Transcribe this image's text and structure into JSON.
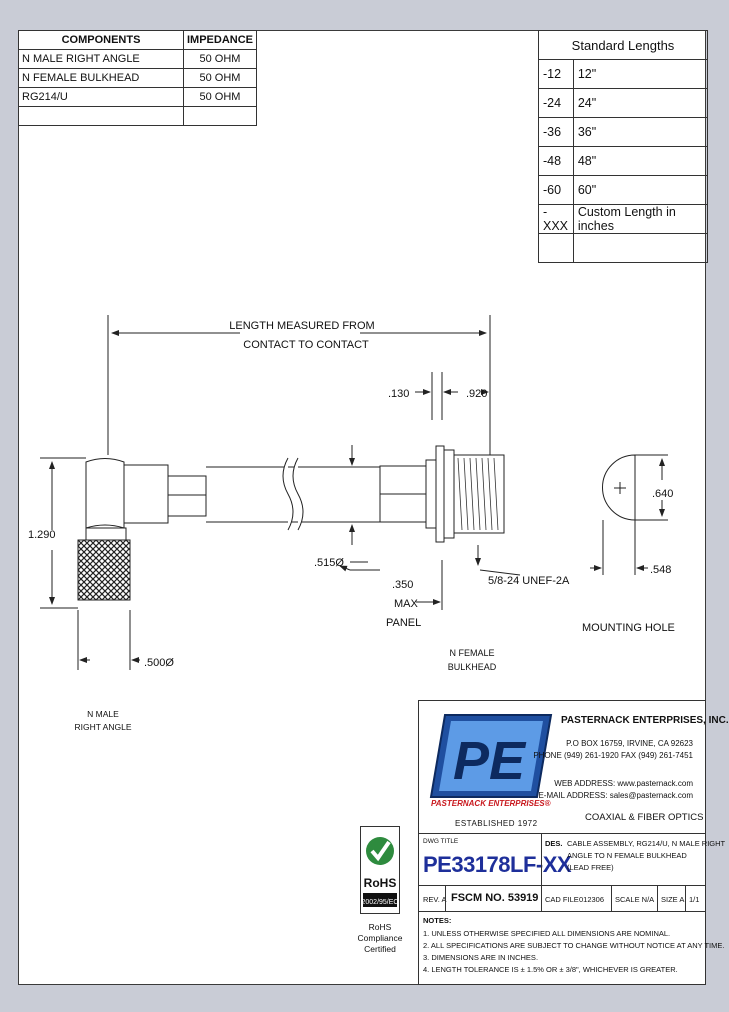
{
  "components": {
    "header_component": "COMPONENTS",
    "header_impedance": "IMPEDANCE",
    "rows": [
      {
        "name": "N MALE RIGHT ANGLE",
        "impedance": "50 OHM"
      },
      {
        "name": "N FEMALE BULKHEAD",
        "impedance": "50 OHM"
      },
      {
        "name": "RG214/U",
        "impedance": "50 OHM"
      }
    ]
  },
  "lengths": {
    "header": "Standard Lengths",
    "rows": [
      {
        "code": "-12",
        "value": "12\""
      },
      {
        "code": "-24",
        "value": "24\""
      },
      {
        "code": "-36",
        "value": "36\""
      },
      {
        "code": "-48",
        "value": "48\""
      },
      {
        "code": "-60",
        "value": "60\""
      },
      {
        "code": "-XXX",
        "value": "Custom Length in inches"
      }
    ]
  },
  "drawing": {
    "length_line1": "LENGTH  MEASURED FROM",
    "length_line2": "CONTACT TO CONTACT",
    "dim_130": ".130",
    "dim_920": ".920",
    "dim_1290": "1.290",
    "dim_515": ".515Ø",
    "dim_350": ".350",
    "dim_max": "MAX",
    "dim_panel": "PANEL",
    "thread": "5/8-24 UNEF-2A",
    "dim_500": ".500Ø",
    "dim_640": ".640",
    "dim_548": ".548",
    "mounting_hole": "MOUNTING HOLE",
    "bulkhead_l1": "N FEMALE",
    "bulkhead_l2": "BULKHEAD",
    "right_angle_l1": "N MALE",
    "right_angle_l2": "RIGHT ANGLE"
  },
  "company": {
    "logo_text": "PE",
    "logo_caption": "PASTERNACK ENTERPRISES®",
    "established": "ESTABLISHED 1972",
    "name": "PASTERNACK ENTERPRISES, INC.",
    "po_box": "P.O BOX 16759, IRVINE, CA 92623",
    "phone": "PHONE (949) 261-1920 FAX (949) 261-7451",
    "web": "WEB ADDRESS: www.pasternack.com",
    "email": "E-MAIL ADDRESS: sales@pasternack.com",
    "tagline": "COAXIAL & FIBER OPTICS"
  },
  "title": {
    "dwg_title_label": "DWG TITLE",
    "part_number": "PE33178LF-XX",
    "des_label": "DES.",
    "desc_l1": "CABLE ASSEMBLY, RG214/U, N MALE RIGHT",
    "desc_l2": "ANGLE  TO N FEMALE BULKHEAD",
    "desc_l3": "(LEAD FREE)",
    "rev": "REV. A",
    "fscm": "FSCM NO.  53919",
    "cad_file": "CAD FILE",
    "cad_file_value": "012306",
    "scale": "SCALE N/A",
    "size": "SIZE  A",
    "sheet": "1/1"
  },
  "notes": {
    "heading": "NOTES:",
    "items": [
      "1.  UNLESS OTHERWISE SPECIFIED ALL DIMENSIONS ARE NOMINAL.",
      "2.  ALL SPECIFICATIONS ARE SUBJECT TO CHANGE WITHOUT NOTICE AT ANY TIME.",
      "3.  DIMENSIONS ARE IN INCHES.",
      "4.  LENGTH TOLERANCE IS ± 1.5% OR ± 3/8\", WHICHEVER IS GREATER."
    ]
  },
  "rohs": {
    "label": "RoHS",
    "directive": "2002/95/EC",
    "cap1": "RoHS",
    "cap2": "Compliance",
    "cap3": "Certified"
  }
}
